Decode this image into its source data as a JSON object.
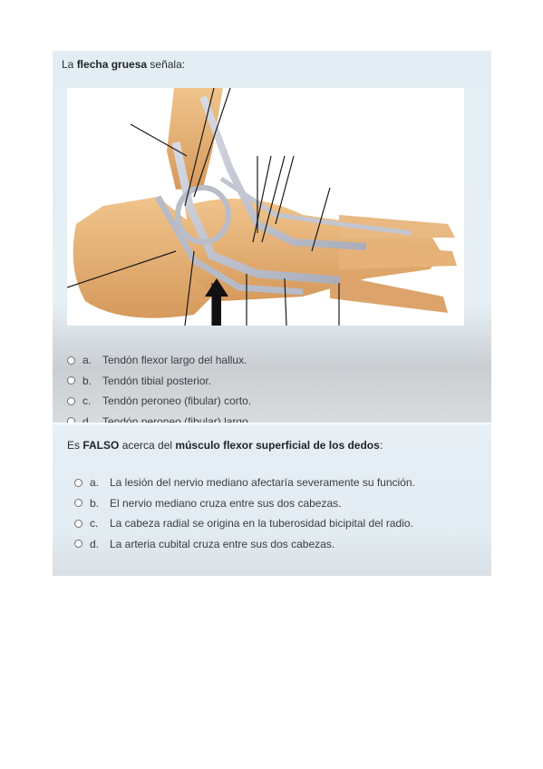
{
  "question1": {
    "prefix": "La ",
    "bold": "flecha gruesa",
    "suffix": " señala:",
    "figure_alt": "Vista lateral del pie: huesos, tendones y ligamentos",
    "options": [
      {
        "letter": "a.",
        "label": "Tendón flexor largo del hallux."
      },
      {
        "letter": "b.",
        "label": "Tendón tibial posterior."
      },
      {
        "letter": "c.",
        "label": "Tendón peroneo (fibular) corto."
      },
      {
        "letter": "d.",
        "label": "Tendón peroneo (fibular) largo."
      }
    ]
  },
  "question2": {
    "prefix": "Es ",
    "bold1": "FALSO",
    "middle": " acerca del ",
    "bold2": "músculo flexor superficial de los dedos",
    "suffix": ":",
    "options": [
      {
        "letter": "a.",
        "label": "La lesión del nervio mediano afectaría severamente su función."
      },
      {
        "letter": "b.",
        "label": "El nervio mediano cruza entre sus dos cabezas."
      },
      {
        "letter": "c.",
        "label": "La cabeza radial se origina en la tuberosidad bicipital del radio."
      },
      {
        "letter": "d.",
        "label": "La arteria cubital cruza entre sus dos cabezas."
      }
    ]
  },
  "colors": {
    "card_bg": "#e3eef4",
    "bone": "#e3b27a",
    "tendon": "#c9ccd6"
  }
}
